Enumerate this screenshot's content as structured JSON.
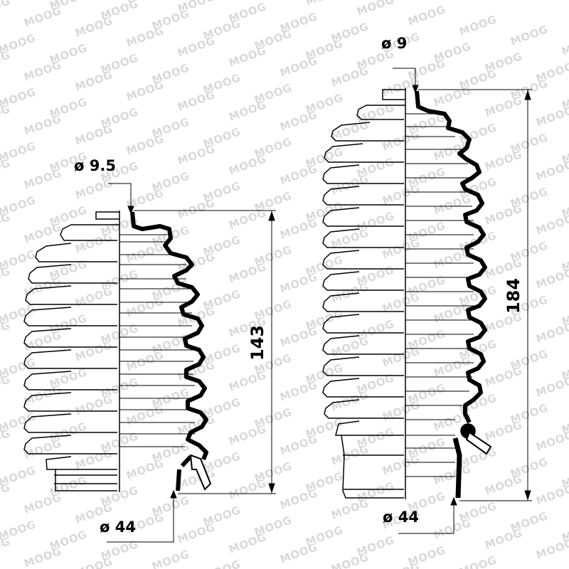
{
  "watermark": {
    "text": "MOOG",
    "color": "#d9d9d9"
  },
  "left_boot": {
    "top_diameter": "ø 9.5",
    "bottom_diameter": "ø 44",
    "length": "143"
  },
  "right_boot": {
    "top_diameter": "ø 9",
    "bottom_diameter": "ø 44",
    "length": "184"
  },
  "colors": {
    "line": "#000000",
    "background": "#ffffff"
  }
}
